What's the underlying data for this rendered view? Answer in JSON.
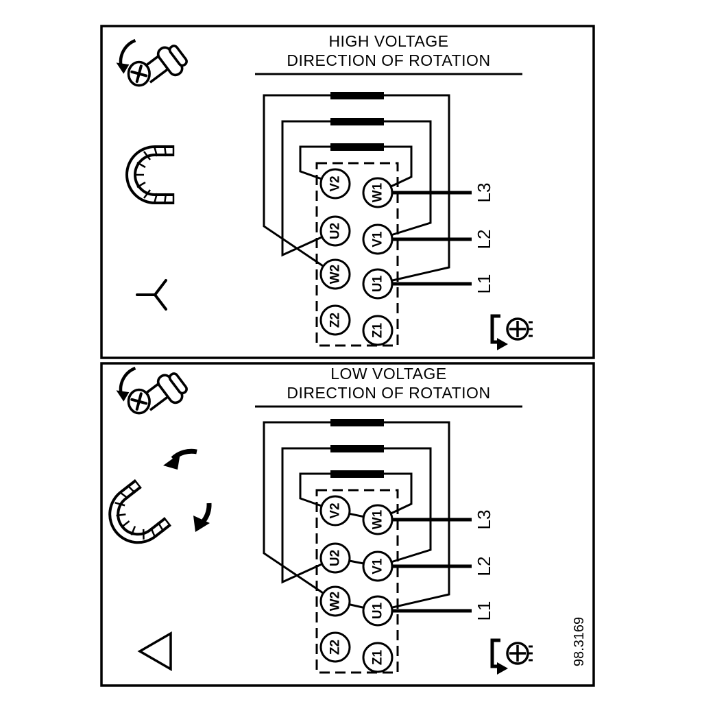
{
  "figure_number": "98.3169",
  "colors": {
    "ink": "#000000",
    "background": "#ffffff"
  },
  "panels": {
    "high": {
      "title_line1": "HIGH VOLTAGE",
      "title_line2": "DIRECTION OF ROTATION",
      "connection": "star",
      "icons": [
        "unscrew-screw-icon",
        "jumper-strap-icon",
        "star-connection-icon",
        "tighten-screw-icon"
      ],
      "terminals": {
        "left": [
          "V2",
          "U2",
          "W2",
          "Z2"
        ],
        "right": [
          "W1",
          "V1",
          "U1",
          "Z1"
        ]
      },
      "supply_lines": [
        "L3",
        "L2",
        "L1"
      ]
    },
    "low": {
      "title_line1": "LOW VOLTAGE",
      "title_line2": "DIRECTION OF ROTATION",
      "connection": "delta",
      "icons": [
        "unscrew-screw-icon",
        "jumper-strap-icon",
        "move-jumper-arrows-icon",
        "delta-connection-icon",
        "tighten-screw-icon"
      ],
      "terminals": {
        "left": [
          "V2",
          "U2",
          "W2",
          "Z2"
        ],
        "right": [
          "W1",
          "V1",
          "U1",
          "Z1"
        ]
      },
      "supply_lines": [
        "L3",
        "L2",
        "L1"
      ]
    }
  }
}
